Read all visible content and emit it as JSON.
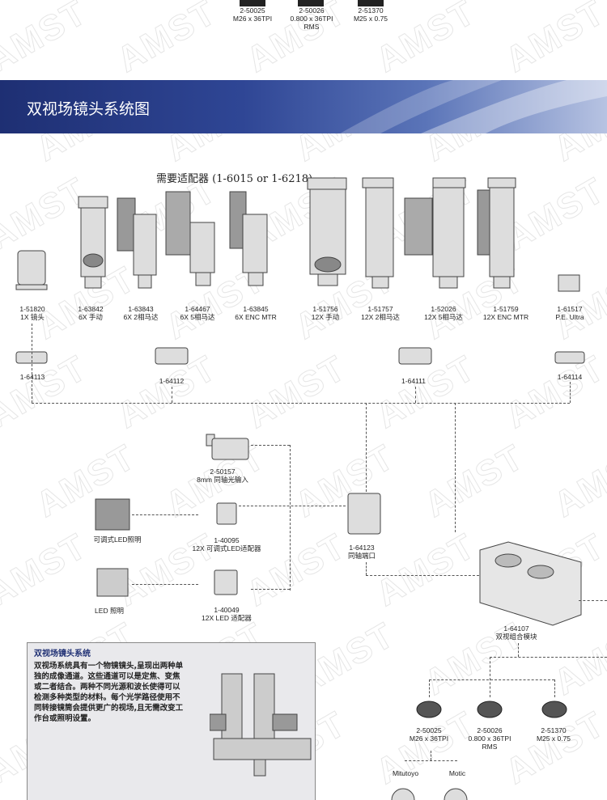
{
  "top_labels": [
    {
      "part": "2-50025",
      "spec": "M26 x 36TPI",
      "extra": ""
    },
    {
      "part": "2-50026",
      "spec": "0.800 x 36TPI",
      "extra": "RMS"
    },
    {
      "part": "2-51370",
      "spec": "M25 x 0.75",
      "extra": ""
    }
  ],
  "section_title": "双视场镜头系统图",
  "adapter_note": "需要适配器 (1-6015 or 1-6218)",
  "lenses": [
    {
      "part": "1-51820",
      "desc": "1X 镜头"
    },
    {
      "part": "1-63842",
      "desc": "6X 手动"
    },
    {
      "part": "1-63843",
      "desc": "6X 2相马达"
    },
    {
      "part": "1-64467",
      "desc": "6X 5相马达"
    },
    {
      "part": "1-63845",
      "desc": "6X ENC MTR"
    },
    {
      "part": "1-51756",
      "desc": "12X 手动"
    },
    {
      "part": "1-51757",
      "desc": "12X 2相马达"
    },
    {
      "part": "1-52026",
      "desc": "12X 5相马达"
    },
    {
      "part": "1-51759",
      "desc": "12X ENC MTR"
    },
    {
      "part": "1-61517",
      "desc": "P.E. Ultra"
    }
  ],
  "adapters": [
    {
      "part": "1-64113"
    },
    {
      "part": "1-64112"
    },
    {
      "part": "1-64111"
    },
    {
      "part": "1-64114"
    }
  ],
  "illum": [
    {
      "part": "2-50157",
      "desc": "8mm 同轴光输入"
    },
    {
      "part": "1-40095",
      "desc": "12X 可调式LED适配器"
    },
    {
      "part": "1-40049",
      "desc": "12X LED 适配器"
    }
  ],
  "lights": [
    {
      "desc": "可调式LED照明"
    },
    {
      "desc": "LED 照明"
    }
  ],
  "coax_port": {
    "part": "1-64123",
    "desc": "同轴端口"
  },
  "module": {
    "part": "1-64107",
    "desc": "双视组合模块"
  },
  "bottom_threads": [
    {
      "part": "2-50025",
      "spec": "M26 x 36TPI",
      "extra": ""
    },
    {
      "part": "2-50026",
      "spec": "0.800 x 36TPI",
      "extra": "RMS"
    },
    {
      "part": "2-51370",
      "spec": "M25 x 0.75",
      "extra": ""
    }
  ],
  "brands": [
    "Mitutoyo",
    "Motic"
  ],
  "info": {
    "title": "双视场镜头系统",
    "body": "双视场系统具有一个物镜镜头,呈现出两种单独的成像通道。这些通道可以是定焦、变焦或二者结合。两种不同光源和波长使得可以检测多种类型的材料。每个光学路径使用不同转接镜筒会提供更广的视场,且无需改变工作台或照明设置。"
  },
  "watermark": "AMST",
  "colors": {
    "band_dark": "#1e2f73",
    "band_light": "#b7c3e2",
    "info_bg": "#e9e9ec"
  }
}
